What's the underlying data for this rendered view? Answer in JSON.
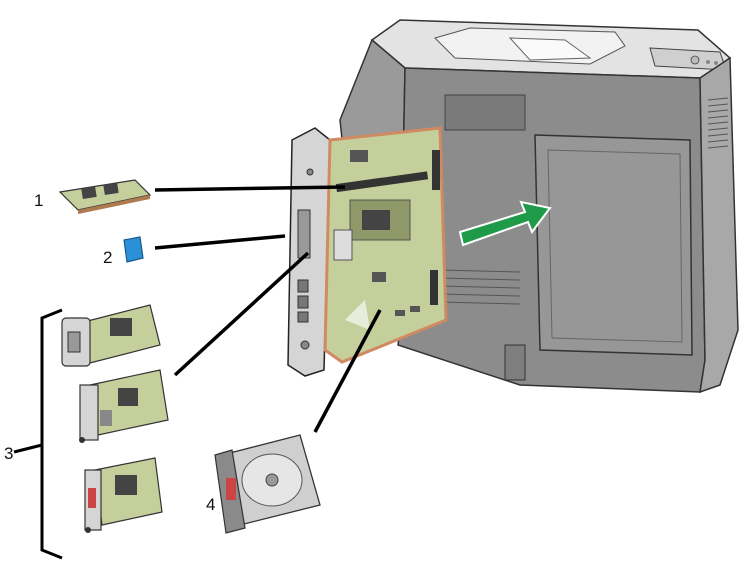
{
  "callouts": [
    {
      "id": "1",
      "label": "1"
    },
    {
      "id": "2",
      "label": "2"
    },
    {
      "id": "3",
      "label": "3"
    },
    {
      "id": "4",
      "label": "4"
    }
  ],
  "colors": {
    "printer_body": "#8c8c8c",
    "printer_dark": "#6f6f6f",
    "printer_light": "#d9d9d9",
    "board_green": "#c5cf9c",
    "board_edge": "#d08a62",
    "card_blue": "#2a90d8",
    "arrow_green": "#1f9a48",
    "leader_line": "#000000"
  },
  "icons": {
    "arrow": "insert-direction-arrow-icon"
  }
}
